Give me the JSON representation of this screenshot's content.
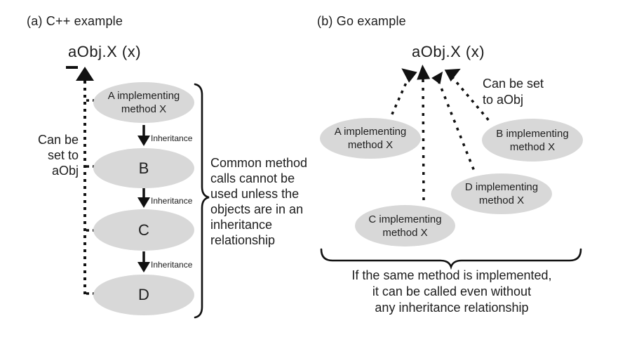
{
  "figure": {
    "background_color": "#ffffff",
    "ellipse_fill": "#d8d8d8",
    "line_color": "#111111",
    "text_color": "#1c1c1c"
  },
  "panel_a": {
    "title": "(a) C++ example",
    "call_expression": "aObj.X (x)",
    "side_note": "Can be\nset to\naObj",
    "inheritance_label": "Inheritance",
    "nodes": {
      "a": "A implementing\nmethod X",
      "b": "B",
      "c": "C",
      "d": "D"
    },
    "brace_note": "Common method\ncalls cannot be\nused unless the\nobjects are in an\ninheritance\nrelationship"
  },
  "panel_b": {
    "title": "(b) Go example",
    "call_expression": "aObj.X (x)",
    "side_note": "Can be set\nto aObj",
    "nodes": {
      "a": "A implementing\nmethod X",
      "b": "B implementing\nmethod X",
      "c": "C implementing\nmethod X",
      "d": "D implementing\nmethod X"
    },
    "brace_note": "If the same method is implemented,\nit can be called even without\nany inheritance relationship"
  }
}
